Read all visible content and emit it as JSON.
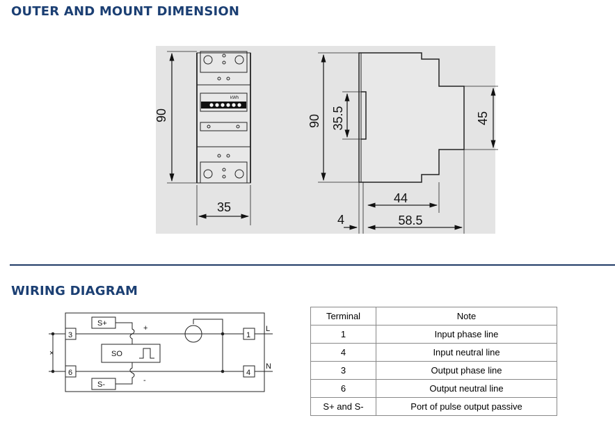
{
  "sections": {
    "dimension_title": "OUTER AND MOUNT DIMENSION",
    "wiring_title": "WIRING DIAGRAM"
  },
  "drawing": {
    "front_view": {
      "height": "90",
      "width": "35",
      "display_unit": "kWh"
    },
    "side_view": {
      "height": "90",
      "rail": "35.5",
      "step": "45",
      "depth_step": "44",
      "rail_offset": "4",
      "depth": "58.5"
    }
  },
  "wiring": {
    "pulse_plus": "S+",
    "pulse_minus": "S-",
    "so_label": "SO",
    "plus": "+",
    "minus": "-",
    "line": "L",
    "neutral": "N",
    "t3": "3",
    "t6": "6",
    "t1": "1",
    "t4": "4",
    "cross": "×"
  },
  "table": {
    "headers": [
      "Terminal",
      "Note"
    ],
    "rows": [
      {
        "terminal": "1",
        "note": "Input phase line"
      },
      {
        "terminal": "4",
        "note": "Input neutral line"
      },
      {
        "terminal": "3",
        "note": "Output phase line"
      },
      {
        "terminal": "6",
        "note": "Output neutral line"
      },
      {
        "terminal": "S+ and S-",
        "note": "Port of pulse output passive"
      }
    ]
  },
  "colors": {
    "heading": "#1b3f73",
    "rule": "#1f3a66",
    "drawing_background": "#e4e4e4"
  }
}
